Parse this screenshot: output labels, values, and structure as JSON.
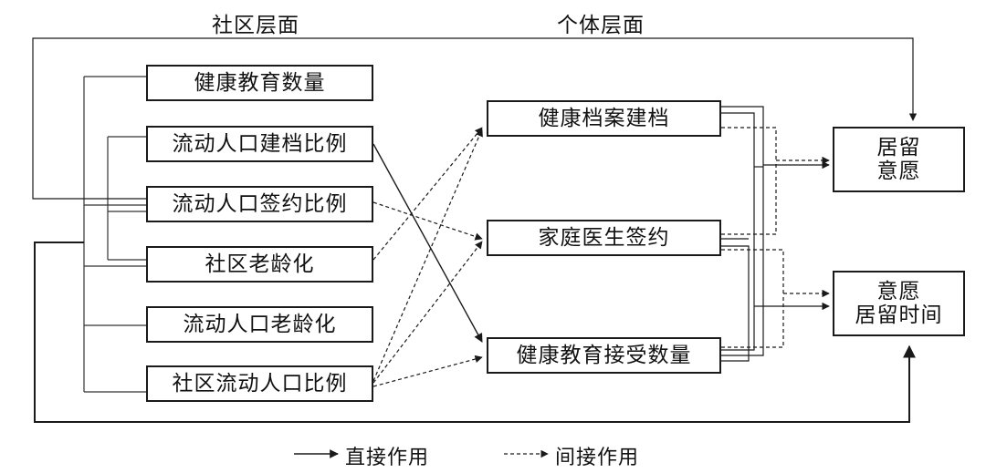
{
  "headers": {
    "community": "社区层面",
    "individual": "个体层面"
  },
  "community_factors": [
    "健康教育数量",
    "流动人口建档比例",
    "流动人口签约比例",
    "社区老龄化",
    "流动人口老龄化",
    "社区流动人口比例"
  ],
  "individual_factors": [
    "健康档案建档",
    "家庭医生签约",
    "健康教育接受数量"
  ],
  "outcomes": [
    "居留\n意愿",
    "意愿\n居留时间"
  ],
  "legend": {
    "direct": "直接作用",
    "indirect": "间接作用"
  }
}
